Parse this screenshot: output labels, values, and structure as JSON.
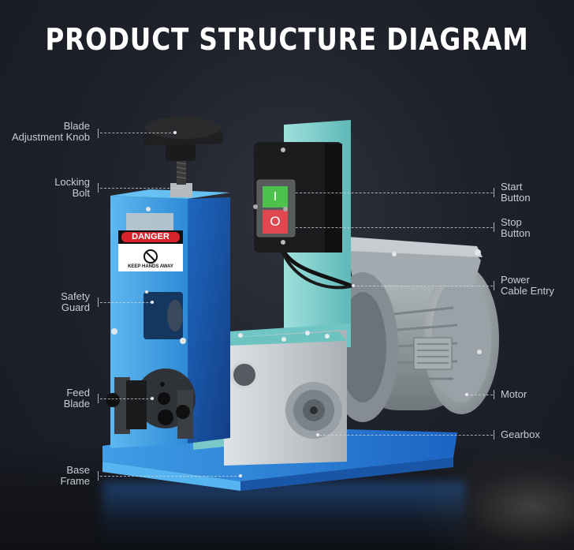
{
  "title": "PRODUCT STRUCTURE DIAGRAM",
  "colors": {
    "background": "#1f222b",
    "frame_blue": "#3c9de0",
    "frame_blue_dark": "#1e5fb0",
    "teal_bracket": "#7ecfcf",
    "motor_gray": "#9aa1a6",
    "gearbox_silver": "#c9ced2",
    "start_green": "#4cc24c",
    "stop_red": "#e0484f",
    "danger_red": "#d8232a",
    "label_text": "#c9ccd3"
  },
  "danger_sign": {
    "header": "DANGER",
    "body": "KEEP HANDS AWAY",
    "icon": "no-hand-icon"
  },
  "switch": {
    "start_symbol": "I",
    "stop_symbol": "O"
  },
  "callouts": {
    "left": [
      {
        "id": "blade-adjustment-knob",
        "line1": "Blade",
        "line2": "Adjustment Knob"
      },
      {
        "id": "locking-bolt",
        "line1": "Locking",
        "line2": "Bolt"
      },
      {
        "id": "safety-guard",
        "line1": "Safety",
        "line2": "Guard"
      },
      {
        "id": "feed-blade",
        "line1": "Feed",
        "line2": "Blade"
      },
      {
        "id": "base-frame",
        "line1": "Base",
        "line2": "Frame"
      }
    ],
    "right": [
      {
        "id": "start-button",
        "line1": "Start",
        "line2": "Button"
      },
      {
        "id": "stop-button",
        "line1": "Stop",
        "line2": "Button"
      },
      {
        "id": "power-cable-entry",
        "line1": "Power",
        "line2": "Cable Entry"
      },
      {
        "id": "motor",
        "line1": "Motor",
        "line2": ""
      },
      {
        "id": "gearbox",
        "line1": "Gearbox",
        "line2": ""
      }
    ]
  }
}
